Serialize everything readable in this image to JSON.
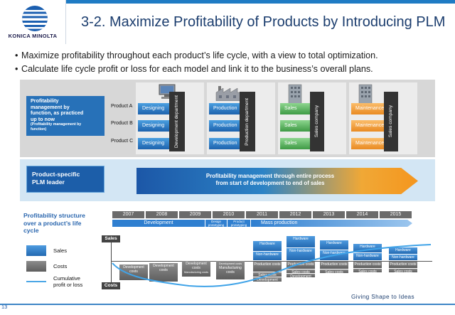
{
  "header": {
    "company": "KONICA MINOLTA",
    "title": "3-2. Maximize Profitability of Products by Introducing PLM"
  },
  "bullets": [
    "Maximize profitability throughout each product’s life cycle, with a view to total optimization.",
    "Calculate life cycle profit or loss for each model and link it to the business’s overall plans."
  ],
  "function_box": {
    "line1": "Profitability",
    "line2": "management by",
    "line3": "function, as practiced",
    "line4": "up to now",
    "small1": "(Profitability management by",
    "small2": "function)"
  },
  "products": [
    "Product A",
    "Product B",
    "Product C"
  ],
  "stages": [
    {
      "label": "Designing",
      "dept": "Development department"
    },
    {
      "label": "Production",
      "dept": "Production department"
    },
    {
      "label": "Sales",
      "dept": "Sales company"
    },
    {
      "label": "Maintenance",
      "dept": "Sales company"
    }
  ],
  "plm": {
    "line1": "Product-specific",
    "line2": "PLM leader",
    "arrow1": "Profitability management through entire process",
    "arrow2": "from start of development to end of sales"
  },
  "structure": {
    "line1": "Profitability structure",
    "line2": "over a product’s life",
    "line3": "cycle"
  },
  "years": [
    "2007",
    "2008",
    "2009",
    "2010",
    "2011",
    "2012",
    "2013",
    "2014",
    "2015"
  ],
  "phases": {
    "development": "Development",
    "design_line1": "Design",
    "design_line2": "prototyping",
    "product_line1": "Product",
    "product_line2": "prototyping",
    "mass": "Mass production"
  },
  "legend": {
    "sales": "Sales",
    "costs": "Costs",
    "cumulative_line1": "Cumulative",
    "cumulative_line2": "profit or loss"
  },
  "axis": {
    "sales": "Sales",
    "costs": "Costs"
  },
  "cost_bars": {
    "dev": "Development costs",
    "dev2": "Development costs",
    "dev3_line1": "Development",
    "dev3_line2": "costs",
    "mfg_small": "Manufacturing costs",
    "dev4_small": "Development costs",
    "mfg2": "Manufacturing costs"
  },
  "sales_blocks": {
    "hardware": "Hardware",
    "nonhardware": "Non-hardware",
    "production": "Production costs",
    "sales_costs": "Sales costs",
    "dev_costs": "Development costs"
  },
  "footer": {
    "page": "13",
    "tagline": "Giving Shape to Ideas"
  },
  "colors": {
    "brand_blue": "#1f7bc4",
    "title_blue": "#1b3d6e"
  },
  "icons": [
    "globe-logo-icon",
    "computer-icon",
    "factory-icon",
    "building-icon",
    "building-icon"
  ]
}
